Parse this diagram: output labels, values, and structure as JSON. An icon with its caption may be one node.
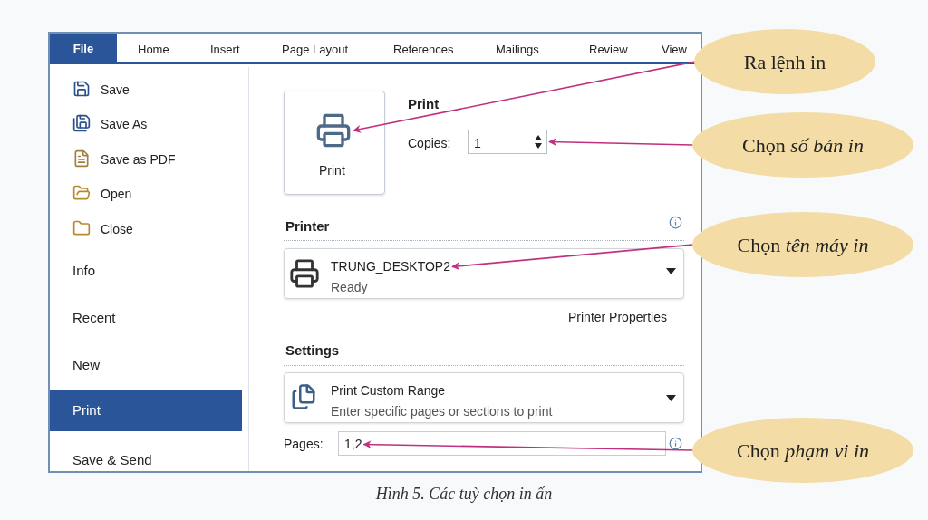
{
  "diagram": {
    "caption": "Hình 5. Các tuỳ chọn in ấn",
    "nodes": [
      {
        "text": [
          "Ra lệnh in"
        ]
      },
      {
        "text": [
          "Chọn *số bản in*"
        ]
      },
      {
        "text": [
          "Chọn *tên máy in*"
        ]
      },
      {
        "text": [
          "Chọn *phạm vi in*"
        ]
      },
      {
        "text": [],
        "shape": "picture"
      },
      {
        "text": [
          "1"
        ]
      },
      {
        "text": [
          "TRUNG_DESKTOP2"
        ]
      },
      {
        "text": [
          "1,2"
        ]
      }
    ],
    "edges": [
      {
        "from": 0,
        "to": 4,
        "arrow": "to",
        "color": "#c0307f"
      },
      {
        "from": 1,
        "to": 5,
        "arrow": "to",
        "color": "#c0307f"
      },
      {
        "from": 2,
        "to": 6,
        "arrow": "to",
        "color": "#c0307f"
      },
      {
        "from": 3,
        "to": 7,
        "arrow": "to",
        "color": "#c0307f"
      }
    ],
    "labels": [
      "File",
      "Home",
      "Insert",
      "Page Layout",
      "References",
      "Mailings",
      "Review",
      "View",
      "Save",
      "Save As",
      "Save as PDF",
      "Open",
      "Close",
      "Info",
      "Recent",
      "New",
      "Print",
      "Save & Send",
      "Print",
      "Print",
      "Copies:",
      "Printer",
      "Ready",
      "Printer Properties",
      "Settings",
      "Print Custom Range",
      "Enter specific pages or sections to print",
      "Pages:"
    ]
  }
}
